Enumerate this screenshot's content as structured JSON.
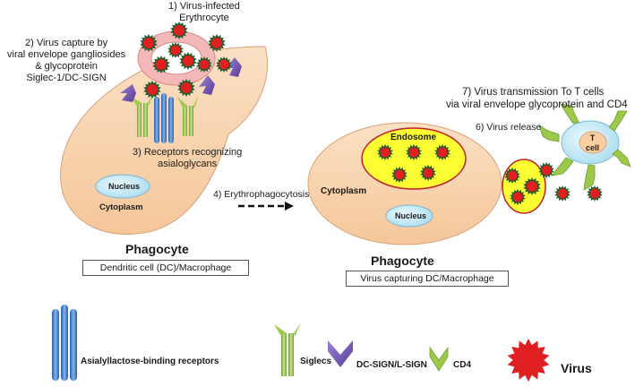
{
  "steps": {
    "step1": [
      "1) Virus-infected",
      "Erythrocyte"
    ],
    "step2": [
      "2) Virus capture by",
      "viral envelope gangliosides",
      "& glycoprotein",
      "Siglec-1/DC-SIGN"
    ],
    "step3": [
      "3) Receptors recognizing",
      "asialoglycans"
    ],
    "step4": "4) Erythrophagocytosis",
    "step6": "6) Virus release",
    "step7": [
      "7) Virus transmission To T cells",
      "via viral envelope glycoprotein and CD4"
    ]
  },
  "left_cell": {
    "nucleus": "Nucleus",
    "cytoplasm": "Cytoplasm",
    "title": "Phagocyte",
    "subtitle": "Dendritic cell (DC)/Macrophage"
  },
  "right_cell": {
    "endosome": "Endosome",
    "cytoplasm": "Cytoplasm",
    "nucleus": "Nucleus",
    "title": "Phagocyte",
    "subtitle": "Virus capturing DC/Macrophage"
  },
  "t_cell": [
    "T",
    "cell"
  ],
  "legend": {
    "asialyllactose": "Asialyllactose-binding receptors",
    "siglecs": "Siglecs",
    "dcsign": "DC-SIGN/L-SIGN",
    "cd4": "CD4",
    "virus": "Virus"
  },
  "colors": {
    "cell_fill": "#f8cfa8",
    "erythrocyte": "#f4b8b8",
    "endosome_fill": "#ffff33",
    "endosome_border": "#c0202a",
    "virus_red": "#e02020",
    "virus_green": "#1f5a2a",
    "receptor_blue": "#3f7fd0",
    "siglec_green": "#9cc94a",
    "dcsign_purple": "#7a5bb8",
    "nucleus_fill": "#cfeefa",
    "tcell_fill": "#cfeefa",
    "tcell_nucleus": "#f9cfa0"
  }
}
